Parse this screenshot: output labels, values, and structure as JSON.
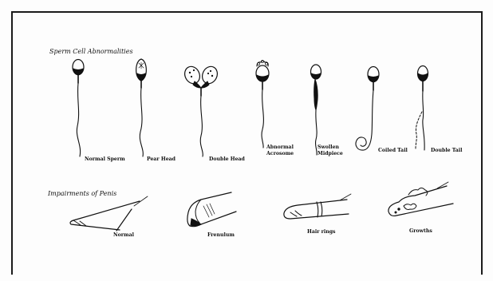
{
  "figure": {
    "sections": [
      {
        "title": "Sperm Cell Abnormalities",
        "items": [
          {
            "label_lines": [
              "Normal Sperm"
            ]
          },
          {
            "label_lines": [
              "Pear Head"
            ]
          },
          {
            "label_lines": [
              "Double Head"
            ]
          },
          {
            "label_lines": [
              "Abnormal",
              "Acrosome"
            ]
          },
          {
            "label_lines": [
              "Swollen",
              "Midpiece"
            ]
          },
          {
            "label_lines": [
              "Coiled Tail"
            ]
          },
          {
            "label_lines": [
              "Double Tail"
            ]
          }
        ]
      },
      {
        "title": "Impairments of Penis",
        "items": [
          {
            "label_lines": [
              "Normal"
            ]
          },
          {
            "label_lines": [
              "Frenulum"
            ]
          },
          {
            "label_lines": [
              "Hair rings"
            ]
          },
          {
            "label_lines": [
              "Growths"
            ]
          }
        ]
      }
    ],
    "colors": {
      "ink": "#111111",
      "paper": "#fdfdfd"
    }
  }
}
